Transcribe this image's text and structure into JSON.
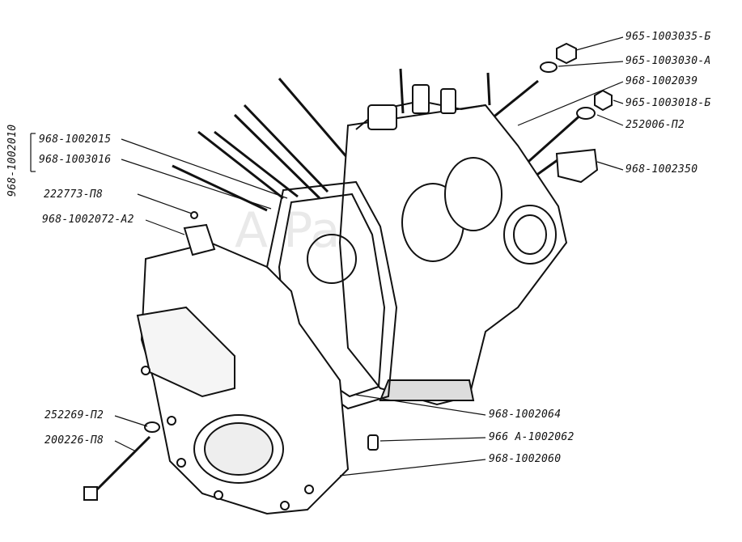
{
  "diagram": {
    "assembly_label": "968-1002010",
    "watermark": "A Parts.net",
    "callouts": [
      {
        "id": "c1",
        "text": "965-1003035-Б"
      },
      {
        "id": "c2",
        "text": "965-1003030-А"
      },
      {
        "id": "c3",
        "text": "968-1002039"
      },
      {
        "id": "c4",
        "text": "965-1003018-Б"
      },
      {
        "id": "c5",
        "text": "252006-П2"
      },
      {
        "id": "c6",
        "text": "968-1002350"
      },
      {
        "id": "c7",
        "text": "968-1002015"
      },
      {
        "id": "c8",
        "text": "968-1003016"
      },
      {
        "id": "c9",
        "text": "222773-П8"
      },
      {
        "id": "c10",
        "text": "968-1002072-А2"
      },
      {
        "id": "c11",
        "text": "968-1002064"
      },
      {
        "id": "c12",
        "text": "966 А-1002062"
      },
      {
        "id": "c13",
        "text": "968-1002060"
      },
      {
        "id": "c14",
        "text": "252269-П2"
      },
      {
        "id": "c15",
        "text": "200226-П8"
      }
    ]
  }
}
